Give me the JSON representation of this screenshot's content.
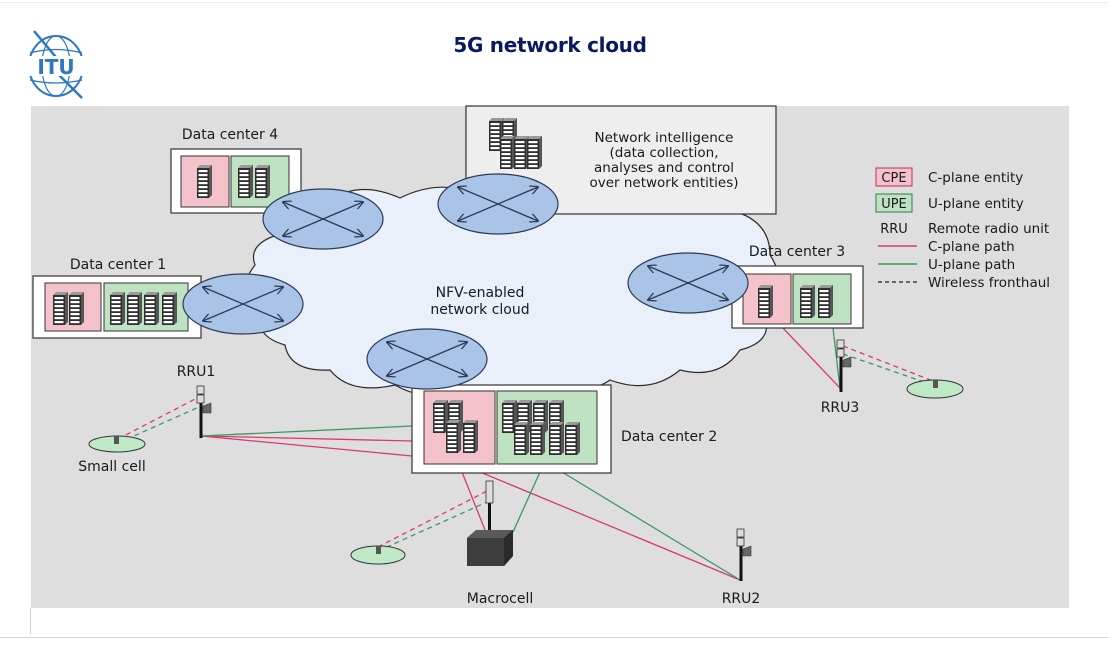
{
  "page": {
    "title": "5G network cloud",
    "logo_text": "ITU"
  },
  "colors": {
    "background_panel": "#dedede",
    "cloud_fill": "#e9f0f9",
    "switch_fill": "#a9c4e6",
    "cpe_fill": "#f4c2ca",
    "upe_fill": "#bfe2c3",
    "c_plane_path": "#d83a70",
    "u_plane_path": "#3a9a5e",
    "title_color": "#0b1a5e",
    "logo_color": "#2e77c2"
  },
  "cloud": {
    "label_line1": "NFV-enabled",
    "label_line2": "network cloud"
  },
  "network_intelligence": {
    "line1": "Network intelligence",
    "line2": "(data collection,",
    "line3": "analyses and control",
    "line4": "over network entities)"
  },
  "data_centers": [
    {
      "name": "Data center 1",
      "cpe_servers": 2,
      "upe_servers": 4
    },
    {
      "name": "Data center 2",
      "cpe_servers": 4,
      "upe_servers": 8
    },
    {
      "name": "Data center 3",
      "cpe_servers": 1,
      "upe_servers": 2
    },
    {
      "name": "Data center 4",
      "cpe_servers": 1,
      "upe_servers": 2
    }
  ],
  "nodes": {
    "rru1": "RRU1",
    "rru2": "RRU2",
    "rru3": "RRU3",
    "small_cell": "Small cell",
    "macrocell": "Macrocell"
  },
  "legend": {
    "items": [
      {
        "key": "CPE",
        "label": "C-plane entity",
        "kind": "cpe-box"
      },
      {
        "key": "UPE",
        "label": "U-plane entity",
        "kind": "upe-box"
      },
      {
        "key": "RRU",
        "label": "Remote radio unit",
        "kind": "text"
      },
      {
        "key": "",
        "label": "C-plane path",
        "kind": "c-line"
      },
      {
        "key": "",
        "label": "U-plane path",
        "kind": "u-line"
      },
      {
        "key": "",
        "label": "Wireless fronthaul",
        "kind": "dashed-line"
      }
    ]
  }
}
